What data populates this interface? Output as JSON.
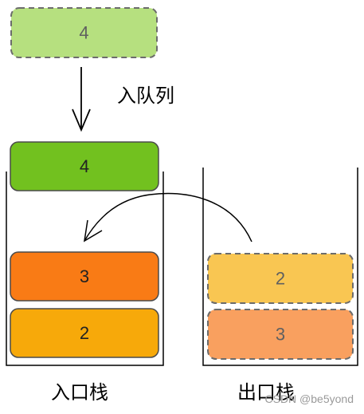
{
  "incoming_block": {
    "label": "4",
    "fill": "#b6e07f",
    "stroke": "#6c6c6c",
    "text_color": "#606060",
    "style": "dashed"
  },
  "enqueue_label": "入队列",
  "input_stack": {
    "title": "入口栈",
    "blocks": [
      {
        "label": "4",
        "fill": "#72c11f",
        "stroke": "#4a4a4a",
        "text_color": "#222222"
      },
      {
        "label": "3",
        "fill": "#f97b15",
        "stroke": "#4a4a4a",
        "text_color": "#222222"
      },
      {
        "label": "2",
        "fill": "#f7a90a",
        "stroke": "#4a4a4a",
        "text_color": "#222222"
      }
    ]
  },
  "output_stack": {
    "title": "出口栈",
    "blocks": [
      {
        "label": "2",
        "fill": "#f9c652",
        "stroke": "#6c6c6c",
        "text_color": "#606060",
        "style": "dashed"
      },
      {
        "label": "3",
        "fill": "#f9a05f",
        "stroke": "#6c6c6c",
        "text_color": "#606060",
        "style": "dashed"
      }
    ]
  },
  "watermark": "CSDN @be5yond"
}
